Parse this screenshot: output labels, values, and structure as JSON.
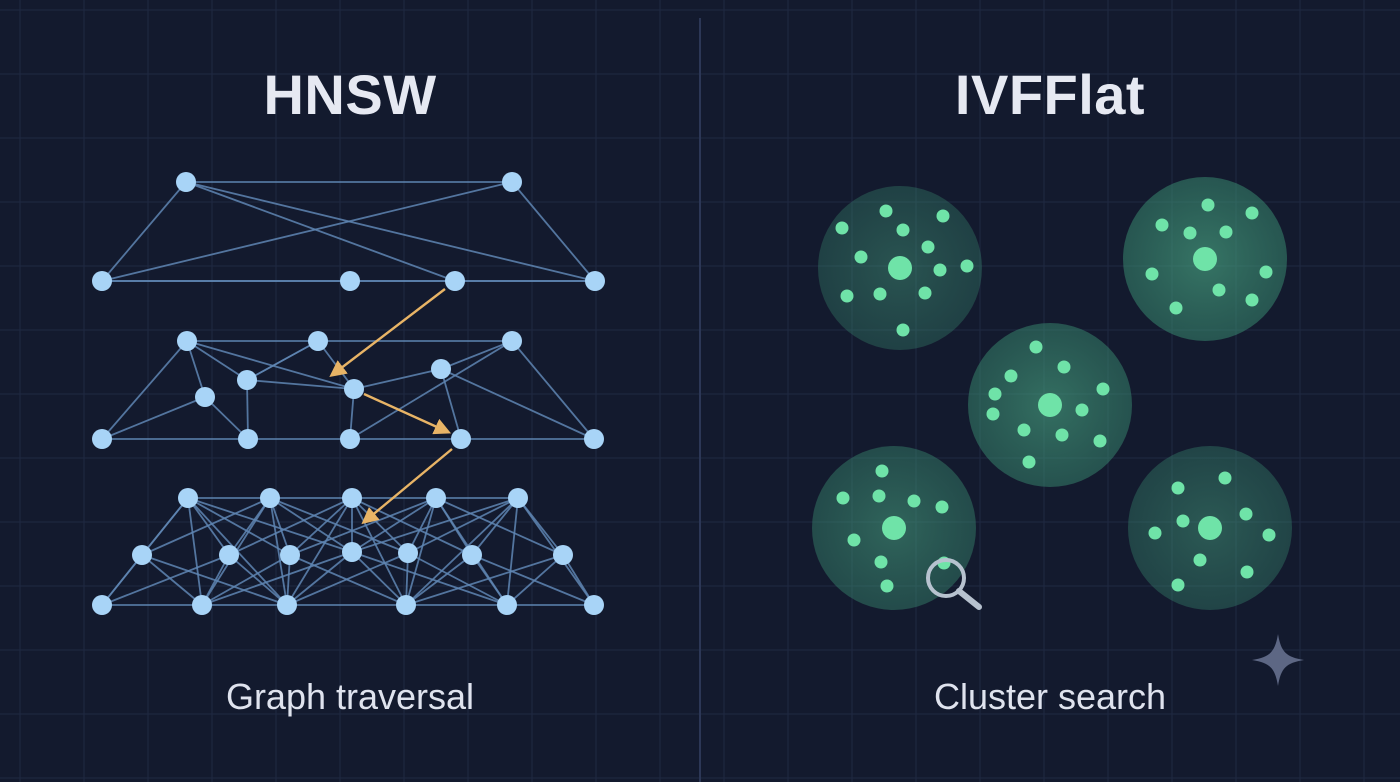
{
  "hnsw": {
    "title": "HNSW",
    "caption": "Graph traversal"
  },
  "ivfflat": {
    "title": "IVFFlat",
    "caption": "Cluster search"
  },
  "icons": {
    "search": "magnifier-icon",
    "sparkle": "sparkle-icon"
  },
  "colors": {
    "background": "#131a2e",
    "grid": "#1f2942",
    "node": "#a8d4f7",
    "edge": "#5f86b3",
    "arrow": "#e8b466",
    "cluster_fill": "#3f9b7b",
    "cluster_point": "#6fe3a8"
  }
}
